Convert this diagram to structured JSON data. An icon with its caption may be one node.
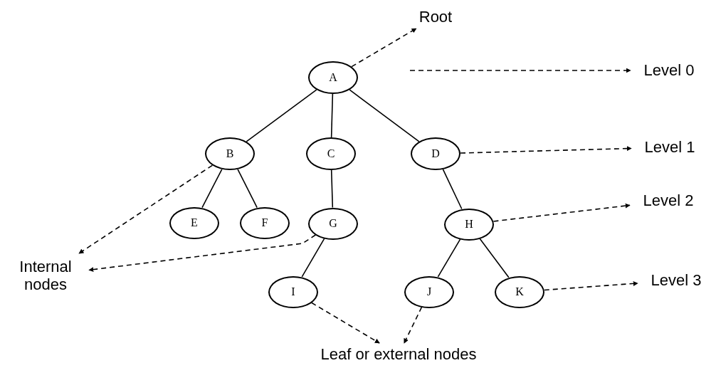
{
  "diagram": {
    "nodes": [
      {
        "text": [
          "A"
        ]
      },
      {
        "text": [
          "B"
        ]
      },
      {
        "text": [
          "C"
        ]
      },
      {
        "text": [
          "D"
        ]
      },
      {
        "text": [
          "E"
        ]
      },
      {
        "text": [
          "F"
        ]
      },
      {
        "text": [
          "G"
        ]
      },
      {
        "text": [
          "H"
        ]
      },
      {
        "text": [
          "I"
        ]
      },
      {
        "text": [
          "J"
        ]
      },
      {
        "text": [
          "K"
        ]
      },
      {
        "text": [
          "Root"
        ]
      },
      {
        "text": [
          "Level 0"
        ]
      },
      {
        "text": [
          "Level 1"
        ]
      },
      {
        "text": [
          "Level 2"
        ]
      },
      {
        "text": [
          "Level 3"
        ]
      },
      {
        "text": [
          "Internal nodes"
        ]
      },
      {
        "text": [
          "Leaf or external nodes"
        ]
      }
    ],
    "edges": [
      {
        "from": 0,
        "to": 1,
        "arrow": "none"
      },
      {
        "from": 0,
        "to": 2,
        "arrow": "none"
      },
      {
        "from": 0,
        "to": 3,
        "arrow": "none"
      },
      {
        "from": 1,
        "to": 4,
        "arrow": "none"
      },
      {
        "from": 1,
        "to": 5,
        "arrow": "none"
      },
      {
        "from": 2,
        "to": 6,
        "arrow": "none"
      },
      {
        "from": 3,
        "to": 7,
        "arrow": "none"
      },
      {
        "from": 6,
        "to": 8,
        "arrow": "none"
      },
      {
        "from": 7,
        "to": 9,
        "arrow": "none"
      },
      {
        "from": 7,
        "to": 10,
        "arrow": "none"
      },
      {
        "from": 0,
        "to": 11,
        "arrow": "to",
        "style": "dashed"
      },
      {
        "from": null,
        "to": 12,
        "arrow": "to",
        "style": "dashed"
      },
      {
        "from": 3,
        "to": 13,
        "arrow": "to",
        "style": "dashed"
      },
      {
        "from": 7,
        "to": 14,
        "arrow": "to",
        "style": "dashed"
      },
      {
        "from": 10,
        "to": 15,
        "arrow": "to",
        "style": "dashed"
      },
      {
        "from": 1,
        "to": 16,
        "arrow": "to",
        "style": "dashed"
      },
      {
        "from": 6,
        "to": 16,
        "arrow": "to",
        "style": "dashed"
      },
      {
        "from": 8,
        "to": 17,
        "arrow": "to",
        "style": "dashed"
      },
      {
        "from": 9,
        "to": 17,
        "arrow": "to",
        "style": "dashed"
      }
    ]
  }
}
